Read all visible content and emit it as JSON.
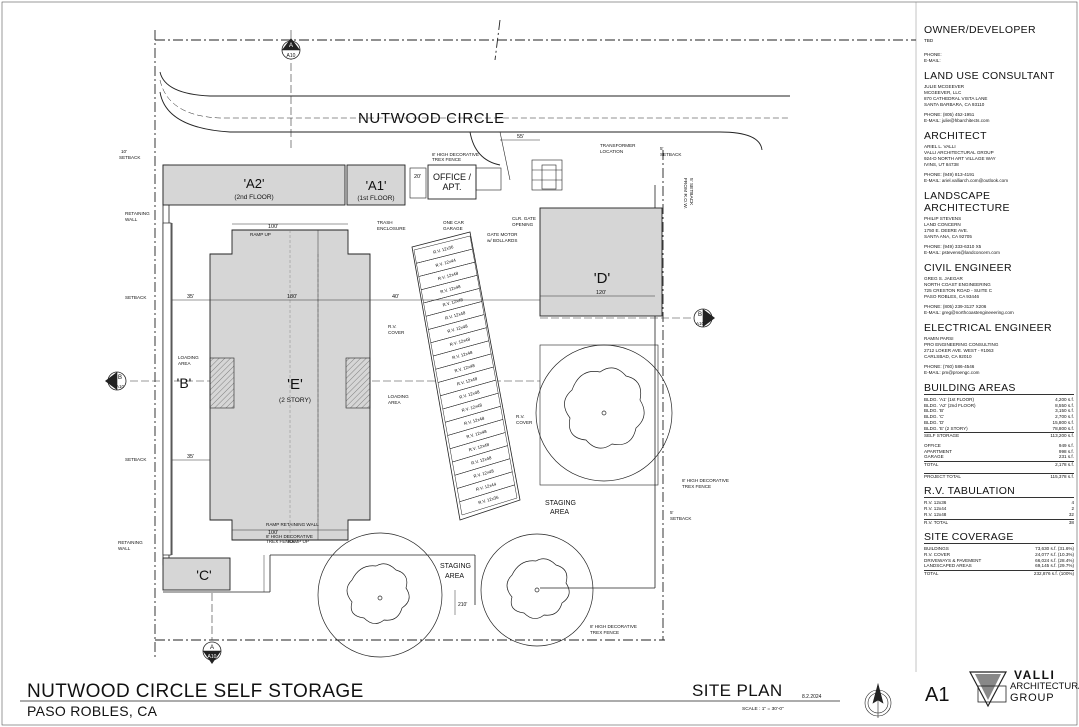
{
  "street": "NUTWOOD CIRCLE",
  "buildings": {
    "a2_name": "'A2'",
    "a2_sub": "(2nd FLOOR)",
    "a1_name": "'A1'",
    "a1_sub": "(1st FLOOR)",
    "office": "OFFICE /",
    "office2": "APT.",
    "b_name": "'B'",
    "c_name": "'C'",
    "d_name": "'D'",
    "e_name": "'E'",
    "e_sub": "(2 STORY)"
  },
  "labels": {
    "setback_10": "10'",
    "setback": "SETBACK",
    "retaining_wall": "RETAINING",
    "wall": "WALL",
    "trash": "TRASH",
    "enclosure": "ENCLOSURE",
    "one_car": "ONE CAR",
    "garage": "GARAGE",
    "gate1": "CLR. GATE",
    "gate2": "OPENING",
    "gate_motor1": "GATE MOTOR",
    "gate_motor2": "w/ BOLLARDS",
    "fence_top1": "8' HIGH DECORATIVE",
    "fence_top2": "TREX FENCE",
    "transformer1": "TRANSFORMER",
    "transformer2": "LOCATION",
    "setback_5": "5'",
    "setback_from_row1": "5' SETBACK",
    "setback_from_row2": "FROM R.O.W.",
    "loading1": "LOADING",
    "loading2": "AREA",
    "rv_cover": "R.V.",
    "rv_cover2": "COVER",
    "staging1": "STAGING",
    "staging2": "AREA",
    "ramp_up": "RAMP UP",
    "ramp_wall": "RAMP RETAINING WALL",
    "fence_right1": "8' HIGH DECORATIVE",
    "fence_right2": "TREX FENCE",
    "fence_bottom1": "8' HIGH DECORATIVE",
    "fence_bottom2": "TREX FENCE",
    "dim_100": "100'",
    "dim_180": "180'",
    "dim_40": "40'",
    "dim_35": "35'",
    "dim_120": "120'",
    "dim_55": "55'",
    "dim_20": "20'",
    "dim_210": "210'",
    "section_a": "A",
    "section_b": "B",
    "sheet_ref": "A10"
  },
  "rv_spaces": [
    "R.V. 12x36",
    "R.V. 12x44",
    "R.V. 12x48",
    "R.V. 12x48",
    "R.V. 12x48",
    "R.V. 12x48",
    "R.V. 12x48",
    "R.V. 12x48",
    "R.V. 12x48",
    "R.V. 12x48",
    "R.V. 12x48",
    "R.V. 12x48",
    "R.V. 12x48",
    "R.V. 12x48",
    "R.V. 12x48",
    "R.V. 12x48",
    "R.V. 12x48",
    "R.V. 12x48",
    "R.V. 12x44",
    "R.V. 12x36"
  ],
  "sidebar": {
    "owner": {
      "title": "OWNER/DEVELOPER",
      "lines": [
        "TBD"
      ],
      "contacts": [
        "PHONE:",
        "E-MAIL:"
      ]
    },
    "land_use": {
      "title": "LAND USE CONSULTANT",
      "lines": [
        "JULIE MCGEEVER",
        "MCGEEVER, LLC",
        "870 CATHEDRAL VISTA LANE",
        "SANTA BARBARA, CA  93110"
      ],
      "contacts": [
        "PHONE:     (805) 452-1951",
        "E-MAIL:    julie@hbarchitects.com"
      ]
    },
    "architect": {
      "title": "ARCHITECT",
      "lines": [
        "ARIEL L. VALLI",
        "VALLI ARCHITECTURAL GROUP",
        "924-D NORTH ART VILLAGE WAY",
        "IVINS, UT  84738"
      ],
      "contacts": [
        "PHONE:     (949) 813-4191",
        "E-MAIL:    ariel.valliarch.com@outlook.com"
      ]
    },
    "landscape": {
      "title": "LANDSCAPE ARCHITECTURE",
      "lines": [
        "PHILIP STEVENS",
        "LAND CONCERN",
        "1750 E. DEERE AVE.",
        "SANTA ANA, CA  92705"
      ],
      "contacts": [
        "PHONE:     (949) 333-6310 X5",
        "E-MAIL:    pstevens@landconcern.com"
      ]
    },
    "civil": {
      "title": "CIVIL ENGINEER",
      "lines": [
        "GREG S. JAEGAR",
        "NORTH COAST ENGINEERING",
        "725 CRESTON ROAD  -  SUITE C",
        "PASO ROBLES, CA  93446"
      ],
      "contacts": [
        "PHONE:     (805) 239-3127 X206",
        "E-MAIL:    greg@northcoastengineeering.com"
      ]
    },
    "electrical": {
      "title": "ELECTRICAL ENGINEER",
      "lines": [
        "RAMIN PARSI",
        "PRO ENGINEERING CONSULTING",
        "2712 LOKER AVE. WEST - #1063",
        "CARLSBAD, CA  92010"
      ],
      "contacts": [
        "PHONE:     (760) 586-4546",
        "E-MAIL:    pm@proengc.com"
      ]
    },
    "building_areas": {
      "title": "BUILDING AREAS",
      "rows": [
        [
          "BLDG. 'A1'   (1st FLOOR)",
          "4,200 s.f."
        ],
        [
          "BLDG. 'A2'   (2nd FLOOR)",
          "8,550 s.f."
        ],
        [
          "BLDG. 'B'",
          "3,150 s.f."
        ],
        [
          "BLDG. 'C'",
          "2,700 s.f."
        ],
        [
          "BLDG. 'D'",
          "15,800 s.f."
        ],
        [
          "BLDG. 'E'    (2 STORY)",
          "78,800 s.f."
        ]
      ],
      "self_storage": [
        "SELF STORAGE",
        "113,200 s.f."
      ],
      "rows2": [
        [
          "OFFICE",
          "949 s.f."
        ],
        [
          "APARTMENT",
          "998 s.f."
        ],
        [
          "GARAGE",
          "231 s.f."
        ]
      ],
      "total": [
        "TOTAL",
        "2,178 s.f."
      ],
      "project_total": [
        "PROJECT TOTAL",
        "115,378 s.f."
      ]
    },
    "rv_tab": {
      "title": "R.V. TABULATION",
      "rows": [
        [
          "R.V.  12x36",
          "4"
        ],
        [
          "R.V.  12x44",
          "2"
        ],
        [
          "R.V.  12x48",
          "32"
        ]
      ],
      "total": [
        "R.V. TOTAL",
        "38"
      ]
    },
    "site_coverage": {
      "title": "SITE COVERAGE",
      "rows": [
        [
          "BUILDINGS",
          "73,630 s.f.   (31.6%)"
        ],
        [
          "R.V. COVER",
          "24,077 s.f.   (10.3%)"
        ],
        [
          "DRIVEWAYS & PAVEMENT",
          "66,024 s.f.   (28.4%)"
        ],
        [
          "LANDSCAPED AREAS",
          "69,145 s.f.   (29.7%)"
        ]
      ],
      "total": [
        "TOTAL",
        "232,876 s.f.   (100%)"
      ]
    }
  },
  "title_block": {
    "project": "NUTWOOD CIRCLE  SELF STORAGE",
    "location": "PASO ROBLES, CA",
    "sheet_title": "SITE PLAN",
    "scale": "SCALE : 1\" = 30'-0\"",
    "date": "8.2.2024",
    "sheet": "A1",
    "logo1": "VALLI",
    "logo2": "ARCHITECTURAL",
    "logo3": "GROUP"
  }
}
